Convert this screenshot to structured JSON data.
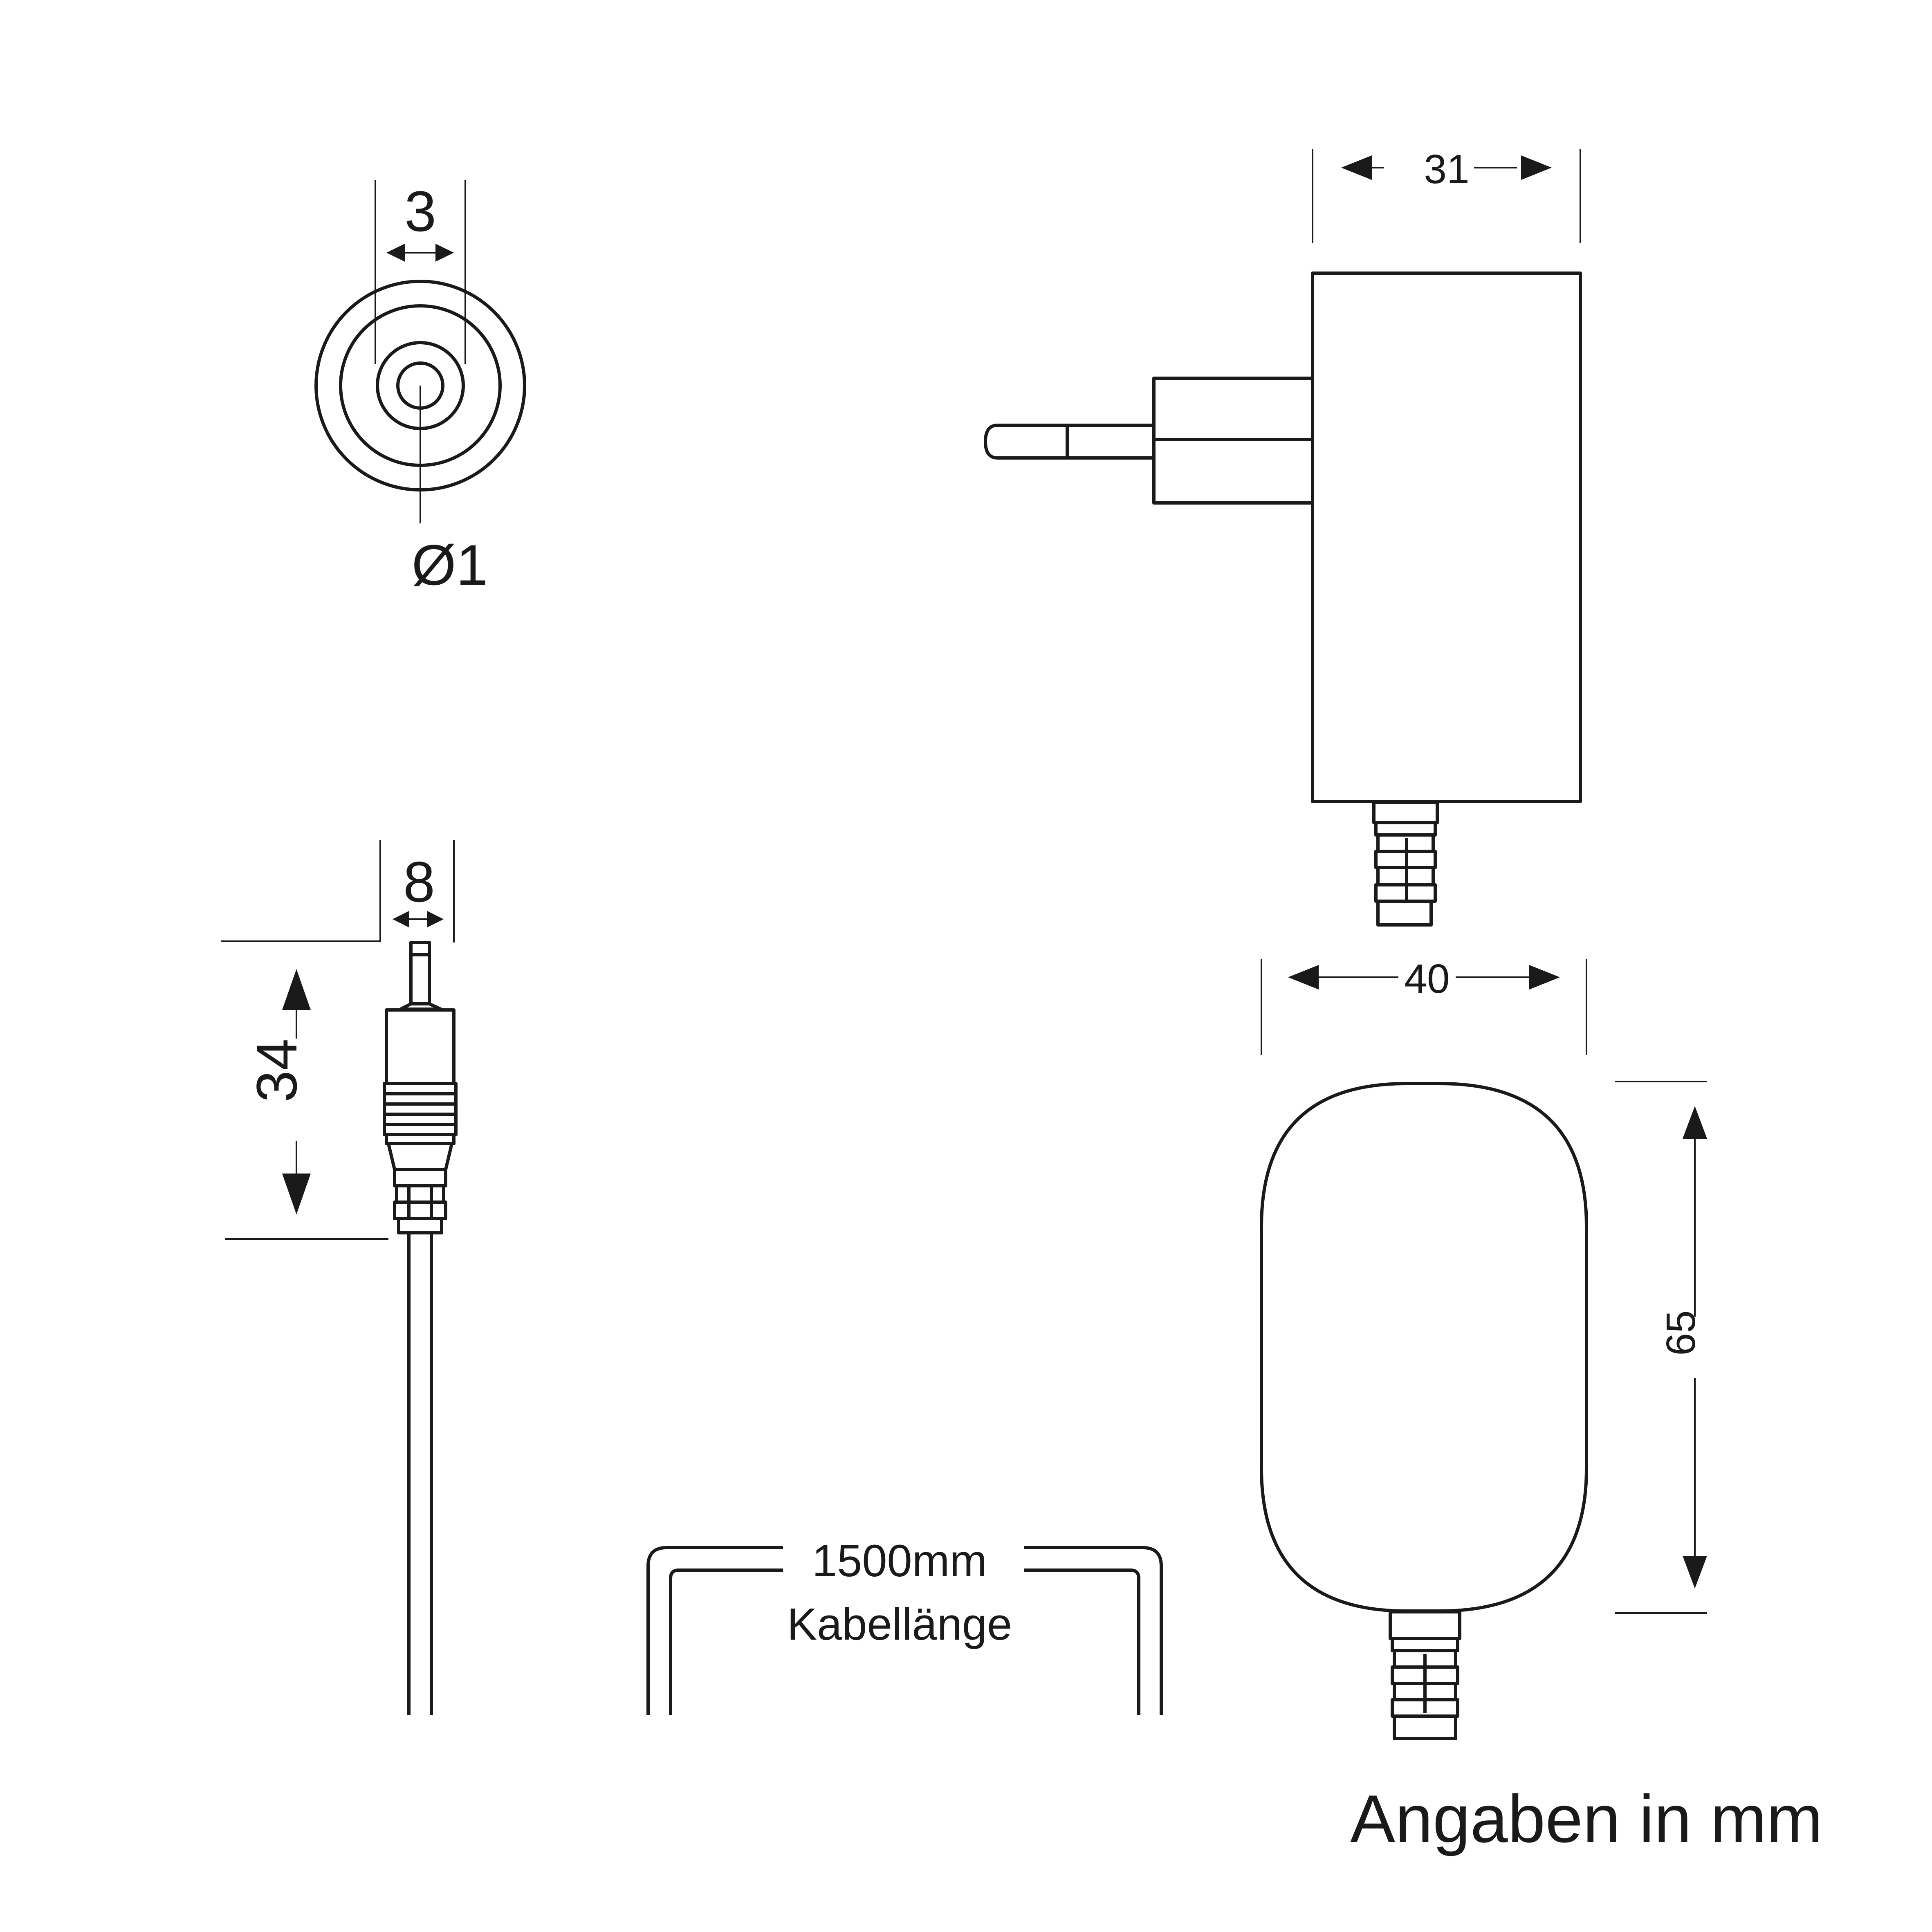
{
  "dimensions": {
    "plug_inner_spacing": "3",
    "plug_pin_diameter": "Ø1",
    "side_width": "31",
    "front_width": "40",
    "front_height": "65",
    "jack_diameter": "8",
    "jack_length": "34"
  },
  "cable": {
    "length": "1500mm",
    "label": "Kabellänge"
  },
  "note": "Angaben in mm"
}
